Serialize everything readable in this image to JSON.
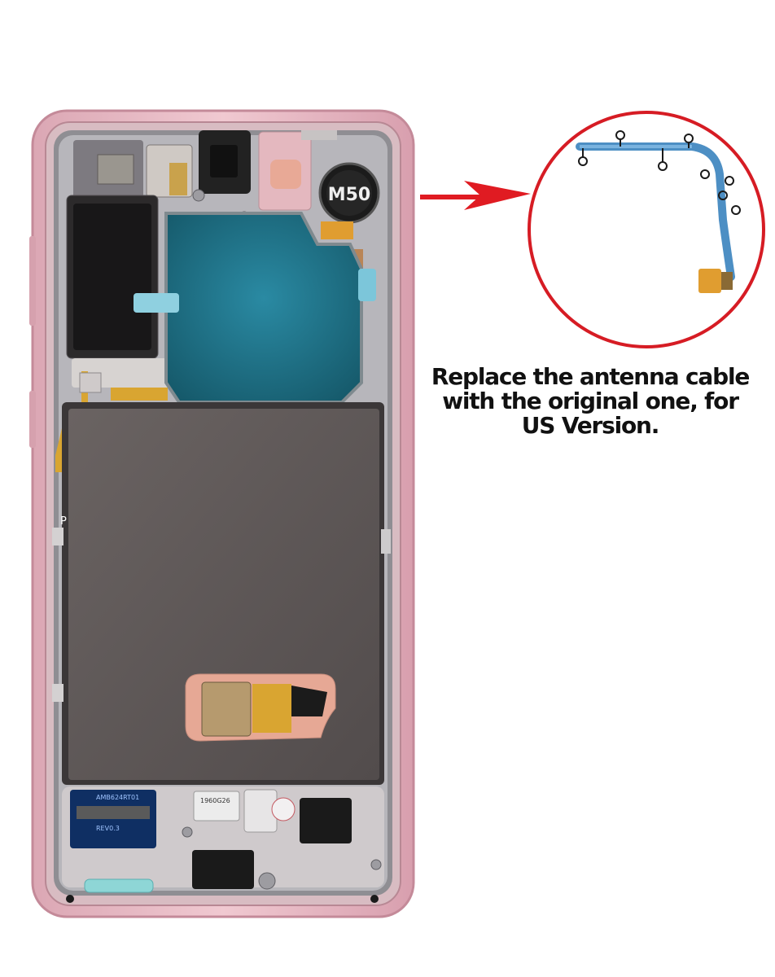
{
  "caption": {
    "line1": "Replace the antenna cable",
    "line2": "with the original one, for",
    "line3": "US Version."
  },
  "labels": {
    "coil": "M50",
    "frame_marker": "P",
    "board_top": "AMB624RT01",
    "board_rev": "REV0.3",
    "sticker": "1960G26"
  },
  "colors": {
    "frame": "#e8b8c2",
    "frame_edge": "#c98f9e",
    "battery_area": "#5c5656",
    "shield": "#1f6f86",
    "flex": "#d9a531",
    "arrow": "#e01b22",
    "circle": "#d61c24",
    "antenna_cable": "#4d8fc4"
  }
}
